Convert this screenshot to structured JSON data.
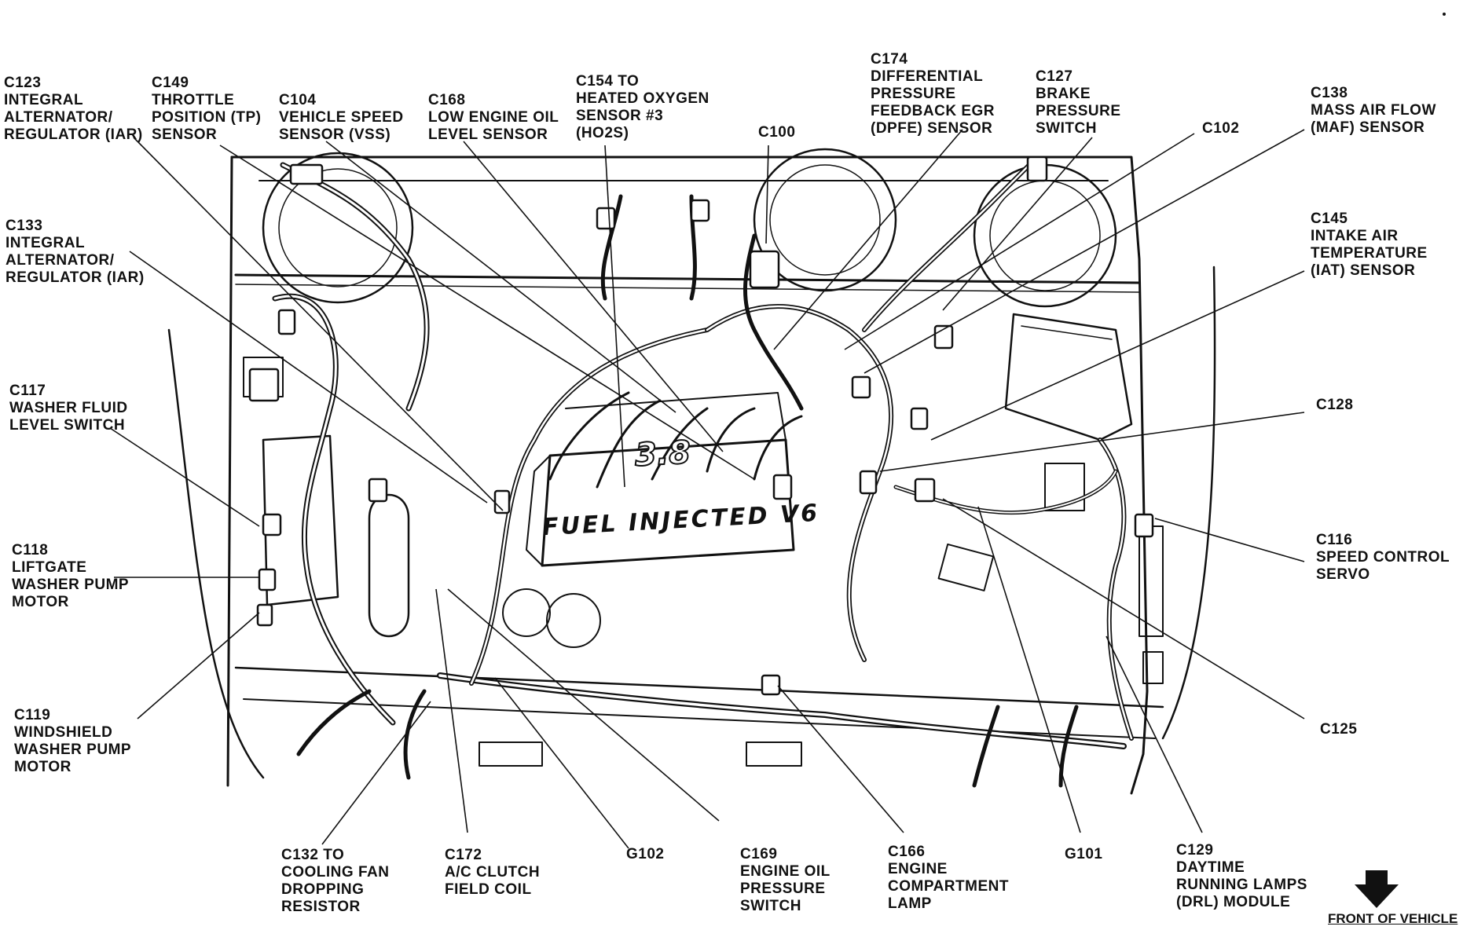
{
  "engine": {
    "sticker_text": "FUEL INJECTED V6",
    "size_text": "3.8"
  },
  "front": {
    "label": "FRONT OF VEHICLE"
  },
  "callouts": [
    {
      "id": "c123",
      "lines": [
        "C123",
        "INTEGRAL",
        "ALTERNATOR/",
        "REGULATOR (IAR)"
      ]
    },
    {
      "id": "c149",
      "lines": [
        "C149",
        "THROTTLE",
        "POSITION (TP)",
        "SENSOR"
      ]
    },
    {
      "id": "c104",
      "lines": [
        "C104",
        "VEHICLE SPEED",
        "SENSOR (VSS)"
      ]
    },
    {
      "id": "c168",
      "lines": [
        "C168",
        "LOW ENGINE OIL",
        "LEVEL SENSOR"
      ]
    },
    {
      "id": "c154",
      "lines": [
        "C154 TO",
        "HEATED OXYGEN",
        "SENSOR #3",
        "(HO2S)"
      ]
    },
    {
      "id": "c100",
      "lines": [
        "C100"
      ]
    },
    {
      "id": "c174",
      "lines": [
        "C174",
        "DIFFERENTIAL",
        "PRESSURE",
        "FEEDBACK EGR",
        "(DPFE) SENSOR"
      ]
    },
    {
      "id": "c127",
      "lines": [
        "C127",
        "BRAKE",
        "PRESSURE",
        "SWITCH"
      ]
    },
    {
      "id": "c102",
      "lines": [
        "C102"
      ]
    },
    {
      "id": "c138",
      "lines": [
        "C138",
        "MASS AIR FLOW",
        "(MAF) SENSOR"
      ]
    },
    {
      "id": "c145",
      "lines": [
        "C145",
        "INTAKE AIR",
        "TEMPERATURE",
        "(IAT) SENSOR"
      ]
    },
    {
      "id": "c133",
      "lines": [
        "C133",
        "INTEGRAL",
        "ALTERNATOR/",
        "REGULATOR (IAR)"
      ]
    },
    {
      "id": "c117",
      "lines": [
        "C117",
        "WASHER FLUID",
        "LEVEL SWITCH"
      ]
    },
    {
      "id": "c128",
      "lines": [
        "C128"
      ]
    },
    {
      "id": "c118",
      "lines": [
        "C118",
        "LIFTGATE",
        "WASHER PUMP",
        "MOTOR"
      ]
    },
    {
      "id": "c116",
      "lines": [
        "C116",
        "SPEED CONTROL",
        "SERVO"
      ]
    },
    {
      "id": "c119",
      "lines": [
        "C119",
        "WINDSHIELD",
        "WASHER PUMP",
        "MOTOR"
      ]
    },
    {
      "id": "c125",
      "lines": [
        "C125"
      ]
    },
    {
      "id": "c132",
      "lines": [
        "C132 TO",
        "COOLING FAN",
        "DROPPING",
        "RESISTOR"
      ]
    },
    {
      "id": "c172",
      "lines": [
        "C172",
        "A/C CLUTCH",
        "FIELD COIL"
      ]
    },
    {
      "id": "g102",
      "lines": [
        "G102"
      ]
    },
    {
      "id": "c169",
      "lines": [
        "C169",
        "ENGINE OIL",
        "PRESSURE",
        "SWITCH"
      ]
    },
    {
      "id": "c166",
      "lines": [
        "C166",
        "ENGINE",
        "COMPARTMENT",
        "LAMP"
      ]
    },
    {
      "id": "g101",
      "lines": [
        "G101"
      ]
    },
    {
      "id": "c129",
      "lines": [
        "C129",
        "DAYTIME",
        "RUNNING LAMPS",
        "(DRL) MODULE"
      ]
    }
  ]
}
